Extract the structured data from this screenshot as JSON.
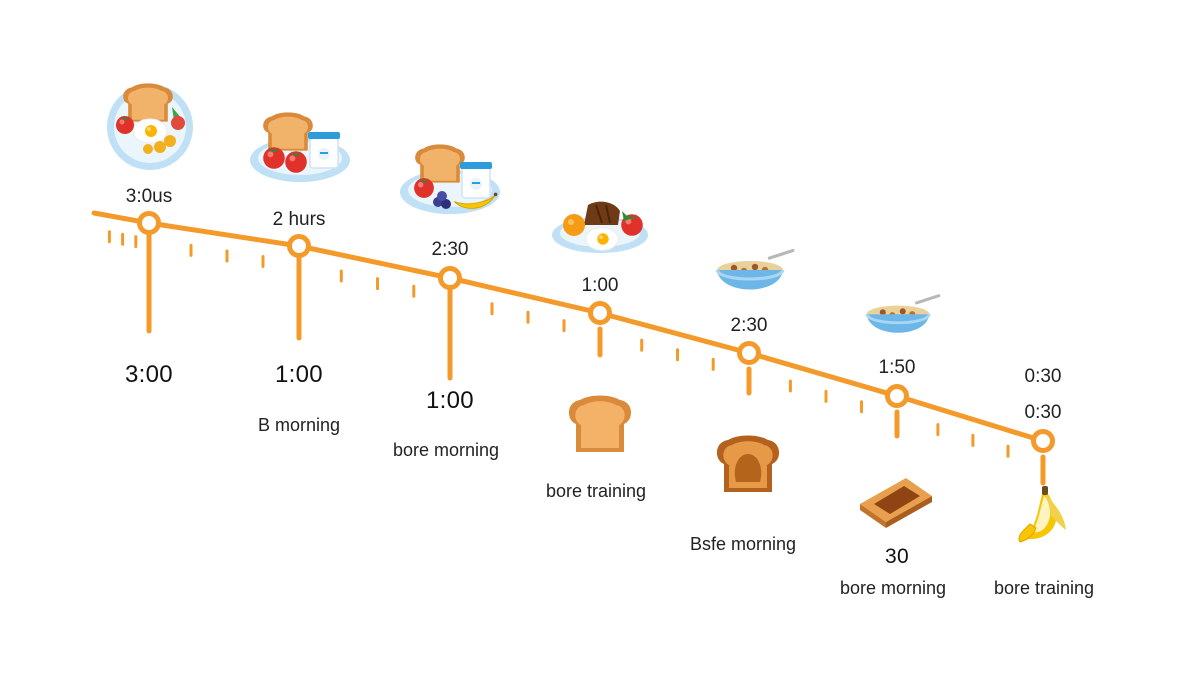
{
  "colors": {
    "line": "#F39A2A",
    "node_fill": "#FFFFFF",
    "text": "#1A1A1A"
  },
  "stops": [
    {
      "top_time": "3:0us",
      "bottom_time": "3:00",
      "caption": "",
      "meal_icon": "eggs-toast-fruit-plate-icon",
      "snack_icon": ""
    },
    {
      "top_time": "2 hurs",
      "bottom_time": "1:00",
      "caption": "B morning",
      "meal_icon": "toast-tomato-yogurt-plate-icon",
      "snack_icon": ""
    },
    {
      "top_time": "2:30",
      "bottom_time": "1:00",
      "caption": "bore morning",
      "meal_icon": "toast-berries-banana-plate-icon",
      "snack_icon": ""
    },
    {
      "top_time": "1:00",
      "bottom_time": "",
      "caption": "bore training",
      "meal_icon": "egg-orange-tomato-plate-icon",
      "snack_icon": "toast-slice-icon"
    },
    {
      "top_time": "2:30",
      "bottom_time": "",
      "caption": "Bsfe morning",
      "meal_icon": "cereal-bowl-icon",
      "snack_icon": "jam-toast-icon"
    },
    {
      "top_time": "1:50",
      "bottom_time": "30",
      "caption": "bore morning",
      "meal_icon": "cereal-bowl-icon",
      "snack_icon": "toast-with-spread-icon"
    },
    {
      "top_time": "0:30",
      "bottom_time": "0:30",
      "caption": "bore training",
      "meal_icon": "",
      "snack_icon": "banana-icon"
    }
  ]
}
